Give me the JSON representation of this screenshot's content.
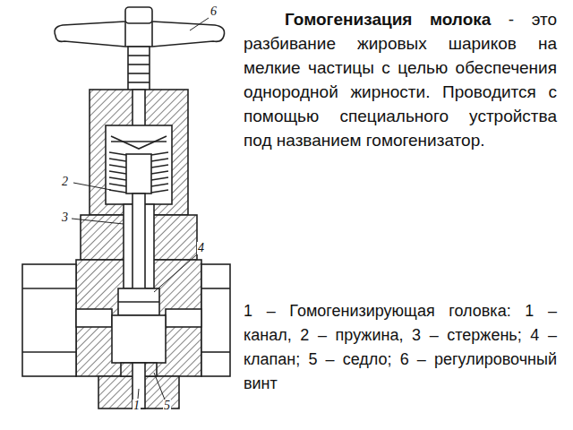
{
  "diagram": {
    "title": "Гомогенизация молока",
    "caption": "1 – Гомогенизирующая головка: 1 – канал, 2 – пружина, 3 – стержень; 4 – клапан; 5 – седло; 6 – регулировочный винт",
    "labels": [
      "6",
      "2",
      "3",
      "4",
      "1",
      "5",
      "- это разбивание жировых шариков на мелкие частицы с целью обеспечения однородной жирности. Проводится с помощью специального устройства под названием гомогенизатор."
    ]
  }
}
